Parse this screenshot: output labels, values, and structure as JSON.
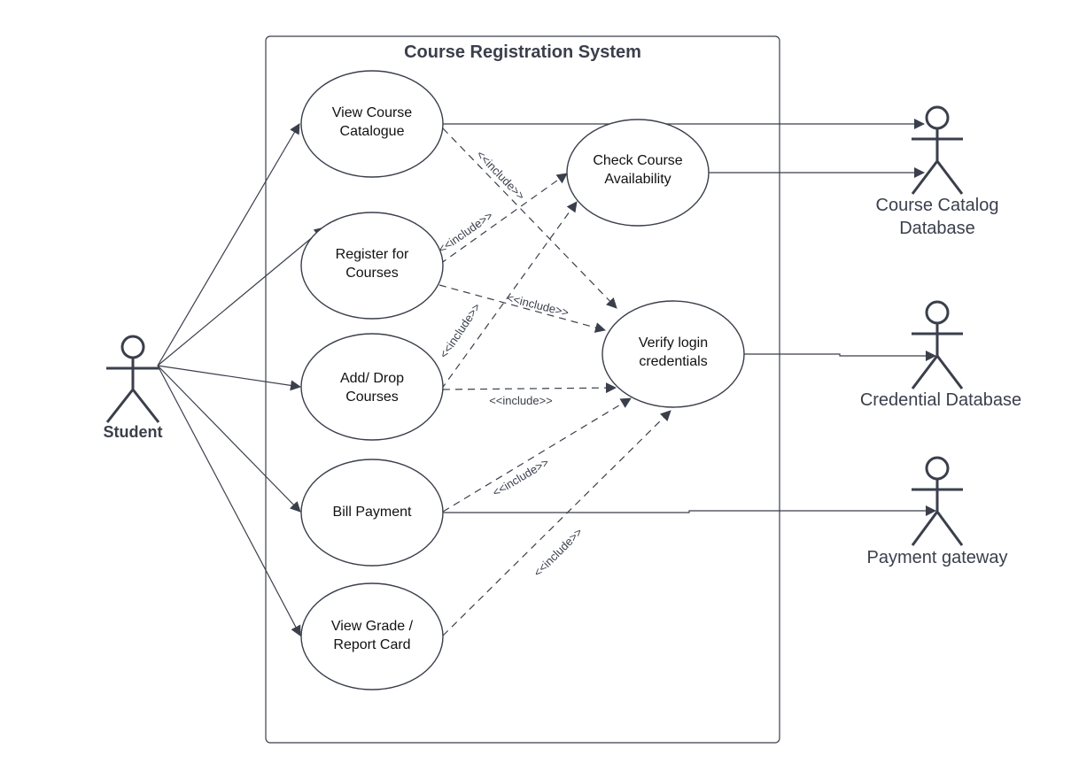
{
  "system": {
    "title": "Course Registration System"
  },
  "actors": {
    "student": "Student",
    "catalog_db_line1": "Course Catalog",
    "catalog_db_line2": "Database",
    "credential_db": "Credential Database",
    "payment_gateway": "Payment gateway"
  },
  "use_cases": {
    "view_catalogue": [
      "View Course",
      "Catalogue"
    ],
    "register": [
      "Register for",
      "Courses"
    ],
    "add_drop": [
      "Add/ Drop",
      "Courses"
    ],
    "bill_payment": [
      "Bill Payment"
    ],
    "view_grade": [
      "View Grade /",
      "Report Card"
    ],
    "check_availability": [
      "Check Course",
      "Availability"
    ],
    "verify_login": [
      "Verify login",
      "credentials"
    ]
  },
  "relations": {
    "include_label": "<<include>>"
  },
  "colors": {
    "stroke": "#3a3f4b",
    "text": "#111111",
    "background": "#ffffff"
  }
}
